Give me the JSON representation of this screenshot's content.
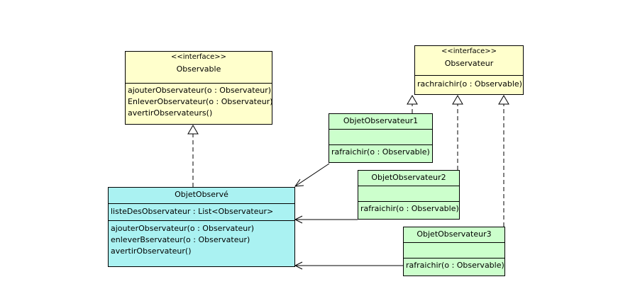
{
  "observable": {
    "stereotype": "<<interface>>",
    "name": "Observable",
    "methods": [
      "ajouterObservateur(o : Observateur)",
      "EnleverObservateur(o : Observateur)",
      "avertirObservateurs()"
    ]
  },
  "observateur": {
    "stereotype": "<<interface>>",
    "name": "Observateur",
    "methods": [
      "rachraichir(o : Observable)"
    ]
  },
  "objet_observe": {
    "name": "ObjetObservé",
    "attributes": [
      "listeDesObservateur : List<Observateur>"
    ],
    "methods": [
      "ajouterObservateur(o : Observateur)",
      "enleverBservateur(o : Observateur)",
      "avertirObservateur()"
    ]
  },
  "objet_observateur1": {
    "name": "ObjetObservateur1",
    "methods": [
      "rafraichir(o : Observable)"
    ]
  },
  "objet_observateur2": {
    "name": "ObjetObservateur2",
    "methods": [
      "rafraichir(o : Observable)"
    ]
  },
  "objet_observateur3": {
    "name": "ObjetObservateur3",
    "methods": [
      "rafraichir(o : Observable)"
    ]
  },
  "colors": {
    "interface": "#ffffcc",
    "observer": "#ccffcc",
    "subject": "#aaf2f2"
  }
}
